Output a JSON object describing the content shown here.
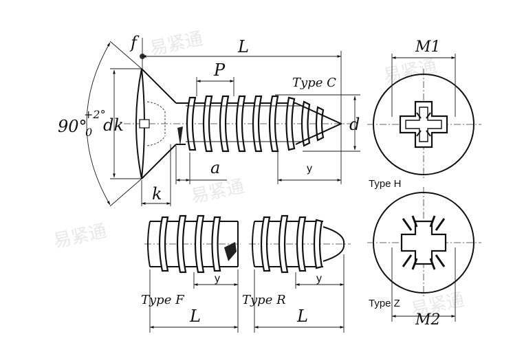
{
  "labels": {
    "f": "f",
    "L": "L",
    "P": "P",
    "type_c": "Type C",
    "angle_base": "90°",
    "angle_upper": "+2°",
    "angle_lower": "0",
    "dk": "dk",
    "d": "d",
    "a": "a",
    "y": "y",
    "k": "k",
    "type_f": "Type F",
    "type_r": "Type R",
    "type_h": "Type H",
    "type_z": "Type Z",
    "m1": "M1",
    "m2": "M2"
  },
  "colors": {
    "line": "#111111",
    "background": "#ffffff",
    "watermark": "#e6e6e6"
  }
}
